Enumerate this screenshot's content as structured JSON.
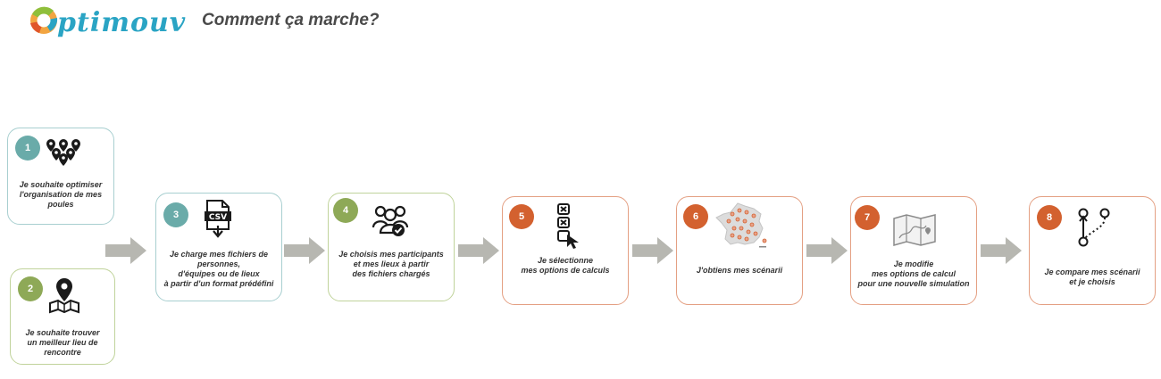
{
  "header": {
    "logo_text": "ptimouv",
    "tagline": "Comment ça marche?"
  },
  "colors": {
    "teal": "#6aaba9",
    "green": "#8ea957",
    "orange": "#d3612f",
    "arrow": "#b7b7b1"
  },
  "steps": [
    {
      "number": "1",
      "icon": "multiple-location-pins-icon",
      "text": "Je souhaite optimiser\nl'organisation de mes poules"
    },
    {
      "number": "2",
      "icon": "map-pin-icon",
      "text": "Je souhaite trouver\nun meilleur lieu de rencontre"
    },
    {
      "number": "3",
      "icon": "csv-file-icon",
      "text": "Je charge mes fichiers de personnes,\nd'équipes ou de lieux\nà partir d'un format prédéfini"
    },
    {
      "number": "4",
      "icon": "users-check-icon",
      "text": "Je choisis mes participants\net mes lieux à partir\ndes fichiers chargés"
    },
    {
      "number": "5",
      "icon": "checkbox-select-icon",
      "text": "Je sélectionne\nmes options de calculs"
    },
    {
      "number": "6",
      "icon": "france-map-icon",
      "text": "J'obtiens mes scénarii"
    },
    {
      "number": "7",
      "icon": "folded-map-icon",
      "text": "Je modifie\nmes options de calcul\npour une nouvelle simulation"
    },
    {
      "number": "8",
      "icon": "branch-compare-icon",
      "text": "Je compare mes scénarii\net je choisis"
    }
  ]
}
